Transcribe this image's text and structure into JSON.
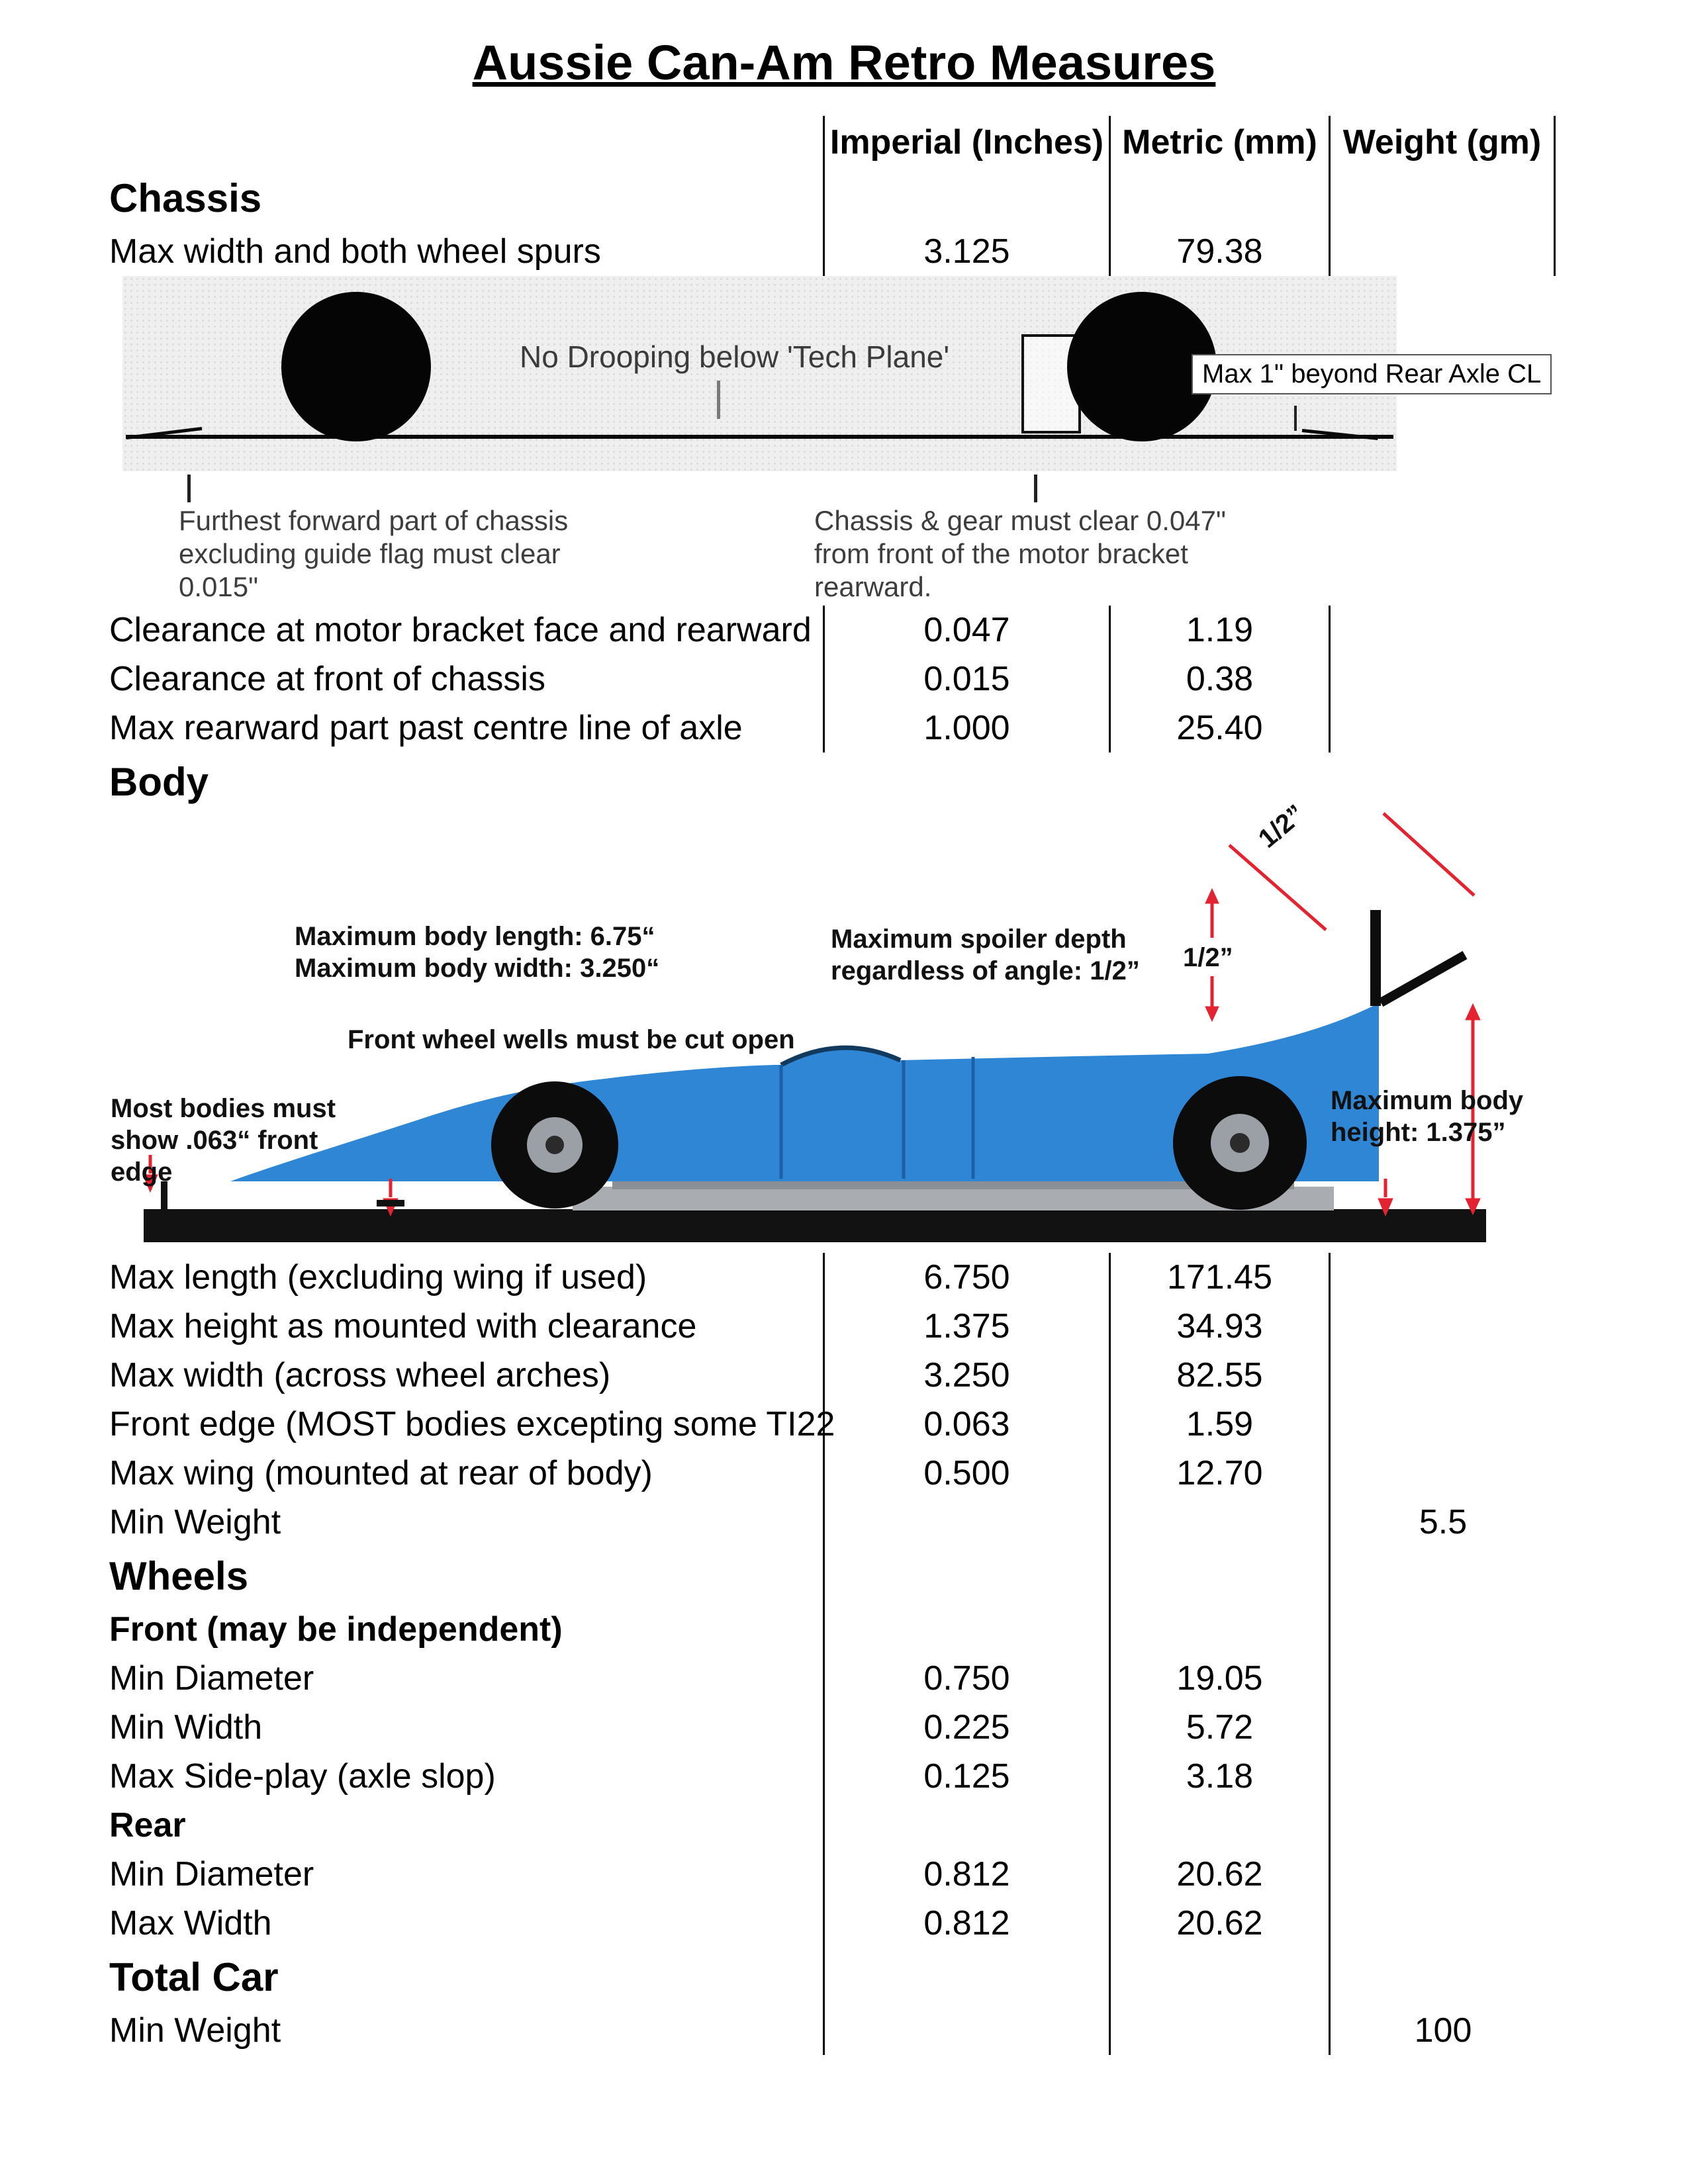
{
  "title": "Aussie Can-Am Retro Measures",
  "header": {
    "imperial": "Imperial (Inches)",
    "metric": "Metric (mm)",
    "weight": "Weight (gm)"
  },
  "chassis": {
    "heading": "Chassis",
    "rows": [
      {
        "label": "Max width and both wheel spurs",
        "imperial": "3.125",
        "metric": "79.38"
      }
    ],
    "diagram": {
      "no_droop": "No Drooping below 'Tech Plane'",
      "max_beyond": "Max 1\" beyond Rear Axle CL",
      "front_note": [
        "Furthest forward part of chassis",
        "excluding guide flag must clear",
        "0.015\""
      ],
      "rear_note": [
        "Chassis & gear must clear 0.047\"",
        "from front of the motor bracket",
        "rearward."
      ]
    },
    "clearance_rows": [
      {
        "label": "Clearance at motor bracket face and rearward",
        "imperial": "0.047",
        "metric": "1.19"
      },
      {
        "label": "Clearance at front of chassis",
        "imperial": "0.015",
        "metric": "0.38"
      },
      {
        "label": "Max rearward part past centre line of axle",
        "imperial": "1.000",
        "metric": "25.40"
      }
    ]
  },
  "body": {
    "heading": "Body",
    "diagram": {
      "max_length": "Maximum body length:  6.75“",
      "max_width": "Maximum body width:  3.250“",
      "wheel_wells": "Front wheel wells must be cut open",
      "spoiler_note": [
        "Maximum spoiler depth",
        "regardless of angle: 1/2”"
      ],
      "half_inch": "1/2”",
      "height_note": [
        "Maximum body",
        "height: 1.375”"
      ],
      "front_edge_note": [
        "Most bodies must",
        "show .063“ front",
        "edge"
      ]
    },
    "rows": [
      {
        "label": "Max length (excluding wing if used)",
        "imperial": "6.750",
        "metric": "171.45"
      },
      {
        "label": "Max height as mounted with clearance",
        "imperial": "1.375",
        "metric": "34.93"
      },
      {
        "label": "Max width (across wheel arches)",
        "imperial": "3.250",
        "metric": "82.55"
      },
      {
        "label": "Front edge (MOST bodies excepting some TI22",
        "imperial": "0.063",
        "metric": "1.59"
      },
      {
        "label": "Max wing (mounted at rear of body)",
        "imperial": "0.500",
        "metric": "12.70"
      },
      {
        "label": "Min Weight",
        "weight": "5.5"
      }
    ]
  },
  "wheels": {
    "heading": "Wheels",
    "front_subheading": "Front (may be independent)",
    "front_rows": [
      {
        "label": "Min Diameter",
        "imperial": "0.750",
        "metric": "19.05"
      },
      {
        "label": "Min Width",
        "imperial": "0.225",
        "metric": "5.72"
      },
      {
        "label": "Max Side-play (axle slop)",
        "imperial": "0.125",
        "metric": "3.18"
      }
    ],
    "rear_subheading": "Rear",
    "rear_rows": [
      {
        "label": "Min Diameter",
        "imperial": "0.812",
        "metric": "20.62"
      },
      {
        "label": "Max Width",
        "imperial": "0.812",
        "metric": "20.62"
      }
    ]
  },
  "total": {
    "heading": "Total Car",
    "rows": [
      {
        "label": "Min Weight",
        "weight": "100"
      }
    ]
  },
  "colors": {
    "car_blue": "#2f86d4",
    "annotation_red": "#e42330"
  }
}
